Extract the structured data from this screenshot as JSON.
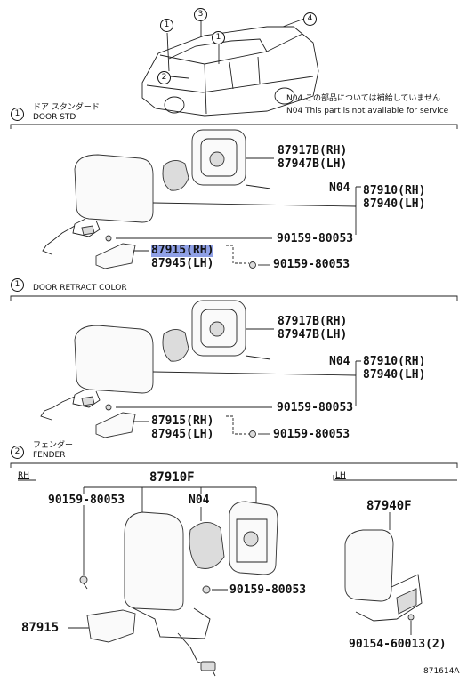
{
  "notice": {
    "line_ja": "N04 この部品については補給していません",
    "line_en": "N04 This part is not available for service"
  },
  "car_callouts": [
    "1",
    "2",
    "3",
    "1",
    "4"
  ],
  "sections": [
    {
      "num": "1",
      "title_ja": "ドア スタンダード",
      "title_en": "DOOR STD",
      "parts": {
        "glass_rh": "87917B(RH)",
        "glass_lh": "87947B(LH)",
        "n04": "N04",
        "mirror_rh": "87910(RH)",
        "mirror_lh": "87940(LH)",
        "bolt_a": "90159-80053",
        "cover_rh": "87915(RH)",
        "cover_lh": "87945(LH)",
        "bolt_b": "90159-80053"
      }
    },
    {
      "num": "1",
      "title_en": "DOOR RETRACT COLOR",
      "parts": {
        "glass_rh": "87917B(RH)",
        "glass_lh": "87947B(LH)",
        "n04": "N04",
        "mirror_rh": "87910(RH)",
        "mirror_lh": "87940(LH)",
        "bolt_a": "90159-80053",
        "cover_rh": "87915(RH)",
        "cover_lh": "87945(LH)",
        "bolt_b": "90159-80053"
      }
    },
    {
      "num": "2",
      "title_ja": "フェンダー",
      "title_en": "FENDER",
      "rh_label": "RH",
      "lh_label": "LH",
      "parts": {
        "mirror_f": "87910F",
        "bolt_top": "90159-80053",
        "n04": "N04",
        "bolt_mid": "90159-80053",
        "cover": "87915",
        "mirror_lh": "87940F",
        "screw_lh": "90154-60013(2)"
      }
    }
  ],
  "figure_id": "871614A",
  "colors": {
    "highlight": "#8fa0e6",
    "line": "#222222"
  }
}
